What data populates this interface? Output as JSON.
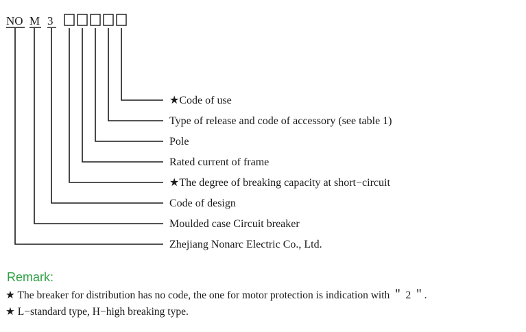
{
  "code_prefix": {
    "parts": [
      "NO",
      "M",
      "3"
    ]
  },
  "fields": [
    {
      "id": "use",
      "label": "★Code of use"
    },
    {
      "id": "release",
      "label": "Type of release and code of accessory (see table 1)"
    },
    {
      "id": "pole",
      "label": "Pole"
    },
    {
      "id": "rated",
      "label": "Rated current of frame"
    },
    {
      "id": "breaking",
      "label": "★The degree of breaking capacity at short−circuit"
    },
    {
      "id": "design",
      "label": "Code of design"
    },
    {
      "id": "case",
      "label": "Moulded case Circuit breaker"
    },
    {
      "id": "company",
      "label": "Zhejiang Nonarc Electric Co., Ltd."
    }
  ],
  "remark": {
    "title": "Remark:",
    "notes": [
      "★ The breaker for distribution has no code, the one for motor protection is indication with ＂ 2 ＂.",
      "★ L−standard type, H−high breaking type."
    ]
  },
  "colors": {
    "remark_title": "#2ea043",
    "ink": "#1a1a1a"
  }
}
